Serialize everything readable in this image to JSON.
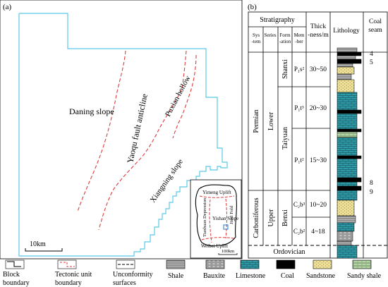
{
  "panel_a": {
    "label": "(a)",
    "regions": {
      "daning_slope": "Daning slope",
      "yaoqu_anticline": "Yaoqu fault anticline",
      "puxian_hollow": "Puxian hollow",
      "xiangning_slope": "Xiangning slope"
    },
    "scale_bar": "10km",
    "inset": {
      "yimeng_uplift": "Yimeng Uplift",
      "tianhuan_depression": "Tianhuan Depression",
      "yishan_slope": "Yishan Slope",
      "jinxi_fold": "Jinxi Fold",
      "weibei_uplift": "Weibei Uplift",
      "scale": "100km"
    }
  },
  "panel_b": {
    "label": "(b)",
    "headers": {
      "stratigraphy": "Stratigraphy",
      "system": [
        "Sys",
        "-tem"
      ],
      "series": "Series",
      "formation": [
        "Form",
        "-ation"
      ],
      "member": [
        "Mem",
        "-ber"
      ],
      "thickness": [
        "Thick",
        "-ness/m"
      ],
      "lithology": "Lithology",
      "coal_seam": [
        "Coal",
        "seam"
      ]
    },
    "systems": {
      "permian": "Permian",
      "carboniferous": "Carboniferous"
    },
    "series": {
      "lower": "Lower",
      "upper": "Upper"
    },
    "formations": {
      "shanxi": "Shanxi",
      "taiyuan": "Taiyuan",
      "benxi": "Benxi"
    },
    "members": [
      "P₁s²",
      "P₁t³",
      "P₁t²",
      "C₂b³",
      "C₂b²"
    ],
    "thickness": [
      "30~50",
      "20~30",
      "15~30",
      "10~20",
      "4~18"
    ],
    "coal_seams": [
      "4",
      "5",
      "8",
      "9"
    ],
    "basement": "Ordovician"
  },
  "legend": {
    "block_boundary": [
      "Block",
      "boundary"
    ],
    "tectonic_boundary": [
      "Tectonic unit",
      "boundary"
    ],
    "unconformity": [
      "Unconformity",
      "surfaces"
    ],
    "shale": "Shale",
    "bauxite": "Bauxite",
    "limestone": "Limestone",
    "coal": "Coal",
    "sandstone": "Sandstone",
    "sandy_shale": "Sandy shale"
  },
  "colors": {
    "block_boundary": "#5bc8e8",
    "tectonic_boundary": "#e03a3a",
    "limestone": "#2f9aa8",
    "sandstone": "#f0e29a",
    "shale": "#8a8a8a",
    "coal": "#000000"
  }
}
